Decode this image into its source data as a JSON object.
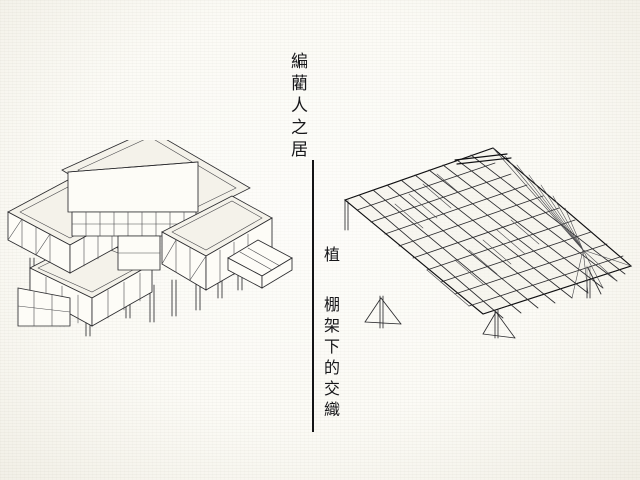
{
  "slide": {
    "background_color": "#fbfaf4",
    "ink_color": "#2b2b2e",
    "title_vertical": "編藺人之居",
    "subtitle_lead": "植",
    "subtitle_vertical": "棚架下的交織",
    "divider": "vertical-rule"
  },
  "figures": [
    {
      "name": "axonometric-pavilion",
      "caption": "編藺人之居",
      "type": "line-drawing",
      "description": "axonometric of elevated timber pavilion on stilts with flat roof planes and glazed walls"
    },
    {
      "name": "axonometric-trellis",
      "caption": "棚架下的交織",
      "type": "line-drawing",
      "description": "axonometric of warped lattice pergola grid on slender columns"
    }
  ]
}
